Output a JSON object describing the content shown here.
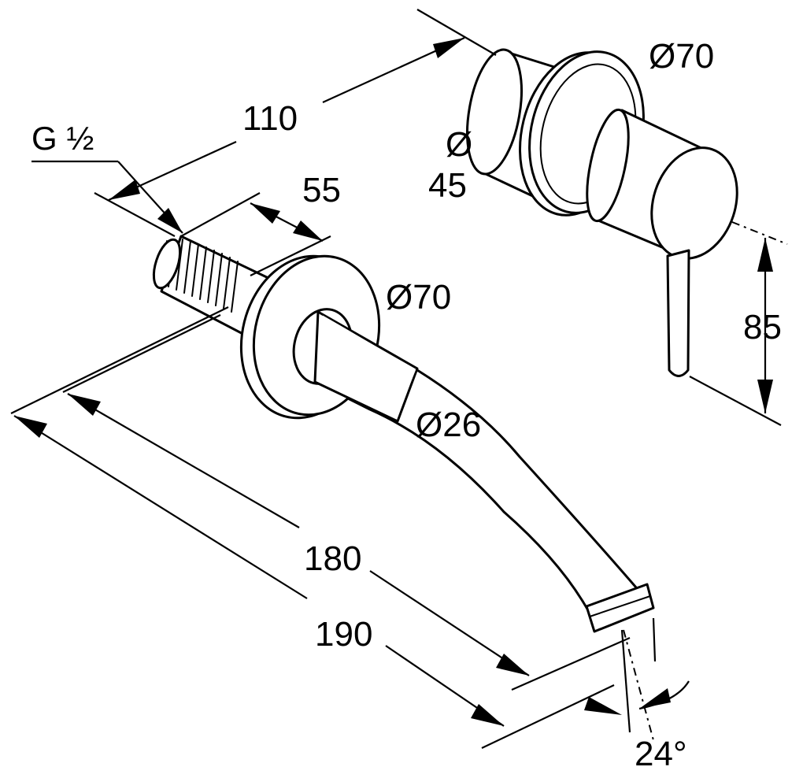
{
  "dimensions": {
    "thread": "G ½",
    "spout_projection_top": "110",
    "thread_length": "55",
    "rosette_diameter_spout": "Ø70",
    "rosette_diameter_mixer": "Ø70",
    "mixer_body_diameter_symbol": "Ø",
    "mixer_body_diameter_value": "45",
    "spout_diameter": "Ø26",
    "lever_height": "85",
    "spout_length_inner": "180",
    "spout_length_outer": "190",
    "outlet_angle": "24°"
  },
  "colors": {
    "line": "#000000",
    "background": "#ffffff"
  }
}
